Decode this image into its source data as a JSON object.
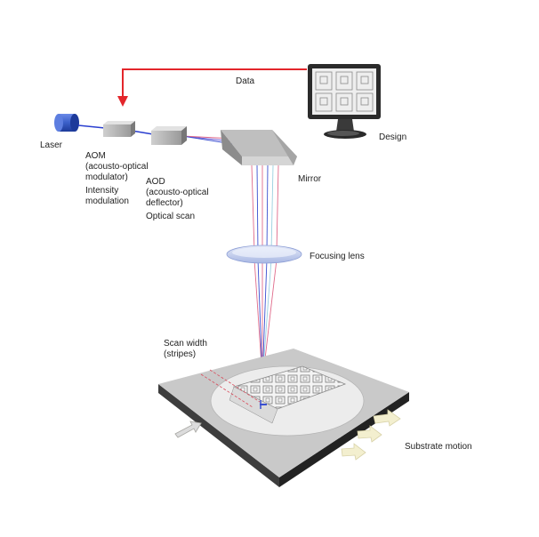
{
  "labels": {
    "data": "Data",
    "design": "Design",
    "laser": "Laser",
    "aom": "AOM\n(acousto-optical\nmodulator)",
    "intensity_modulation": "Intensity\nmodulation",
    "aod": "AOD\n(acousto-optical\ndeflector)",
    "optical_scan": "Optical scan",
    "mirror": "Mirror",
    "focusing_lens": "Focusing lens",
    "scan_width": "Scan width\n(stripes)",
    "substrate_motion": "Substrate motion"
  },
  "colors": {
    "data_arrow": "#e3262b",
    "laser_body": "#3a5fc8",
    "beam_blue": "#3a4fd0",
    "beam_red": "#e06a8a",
    "lens": "#c8d3ef",
    "platform_top": "#c9c9c9",
    "platform_side": "#333333",
    "arrow_fill": "#f3efcf"
  },
  "icons": [
    "monitor-icon",
    "laser-cylinder-icon",
    "aom-box-icon",
    "aod-box-icon",
    "mirror-prism-icon",
    "focusing-lens-icon",
    "substrate-stage-icon",
    "motion-arrow-icon"
  ]
}
